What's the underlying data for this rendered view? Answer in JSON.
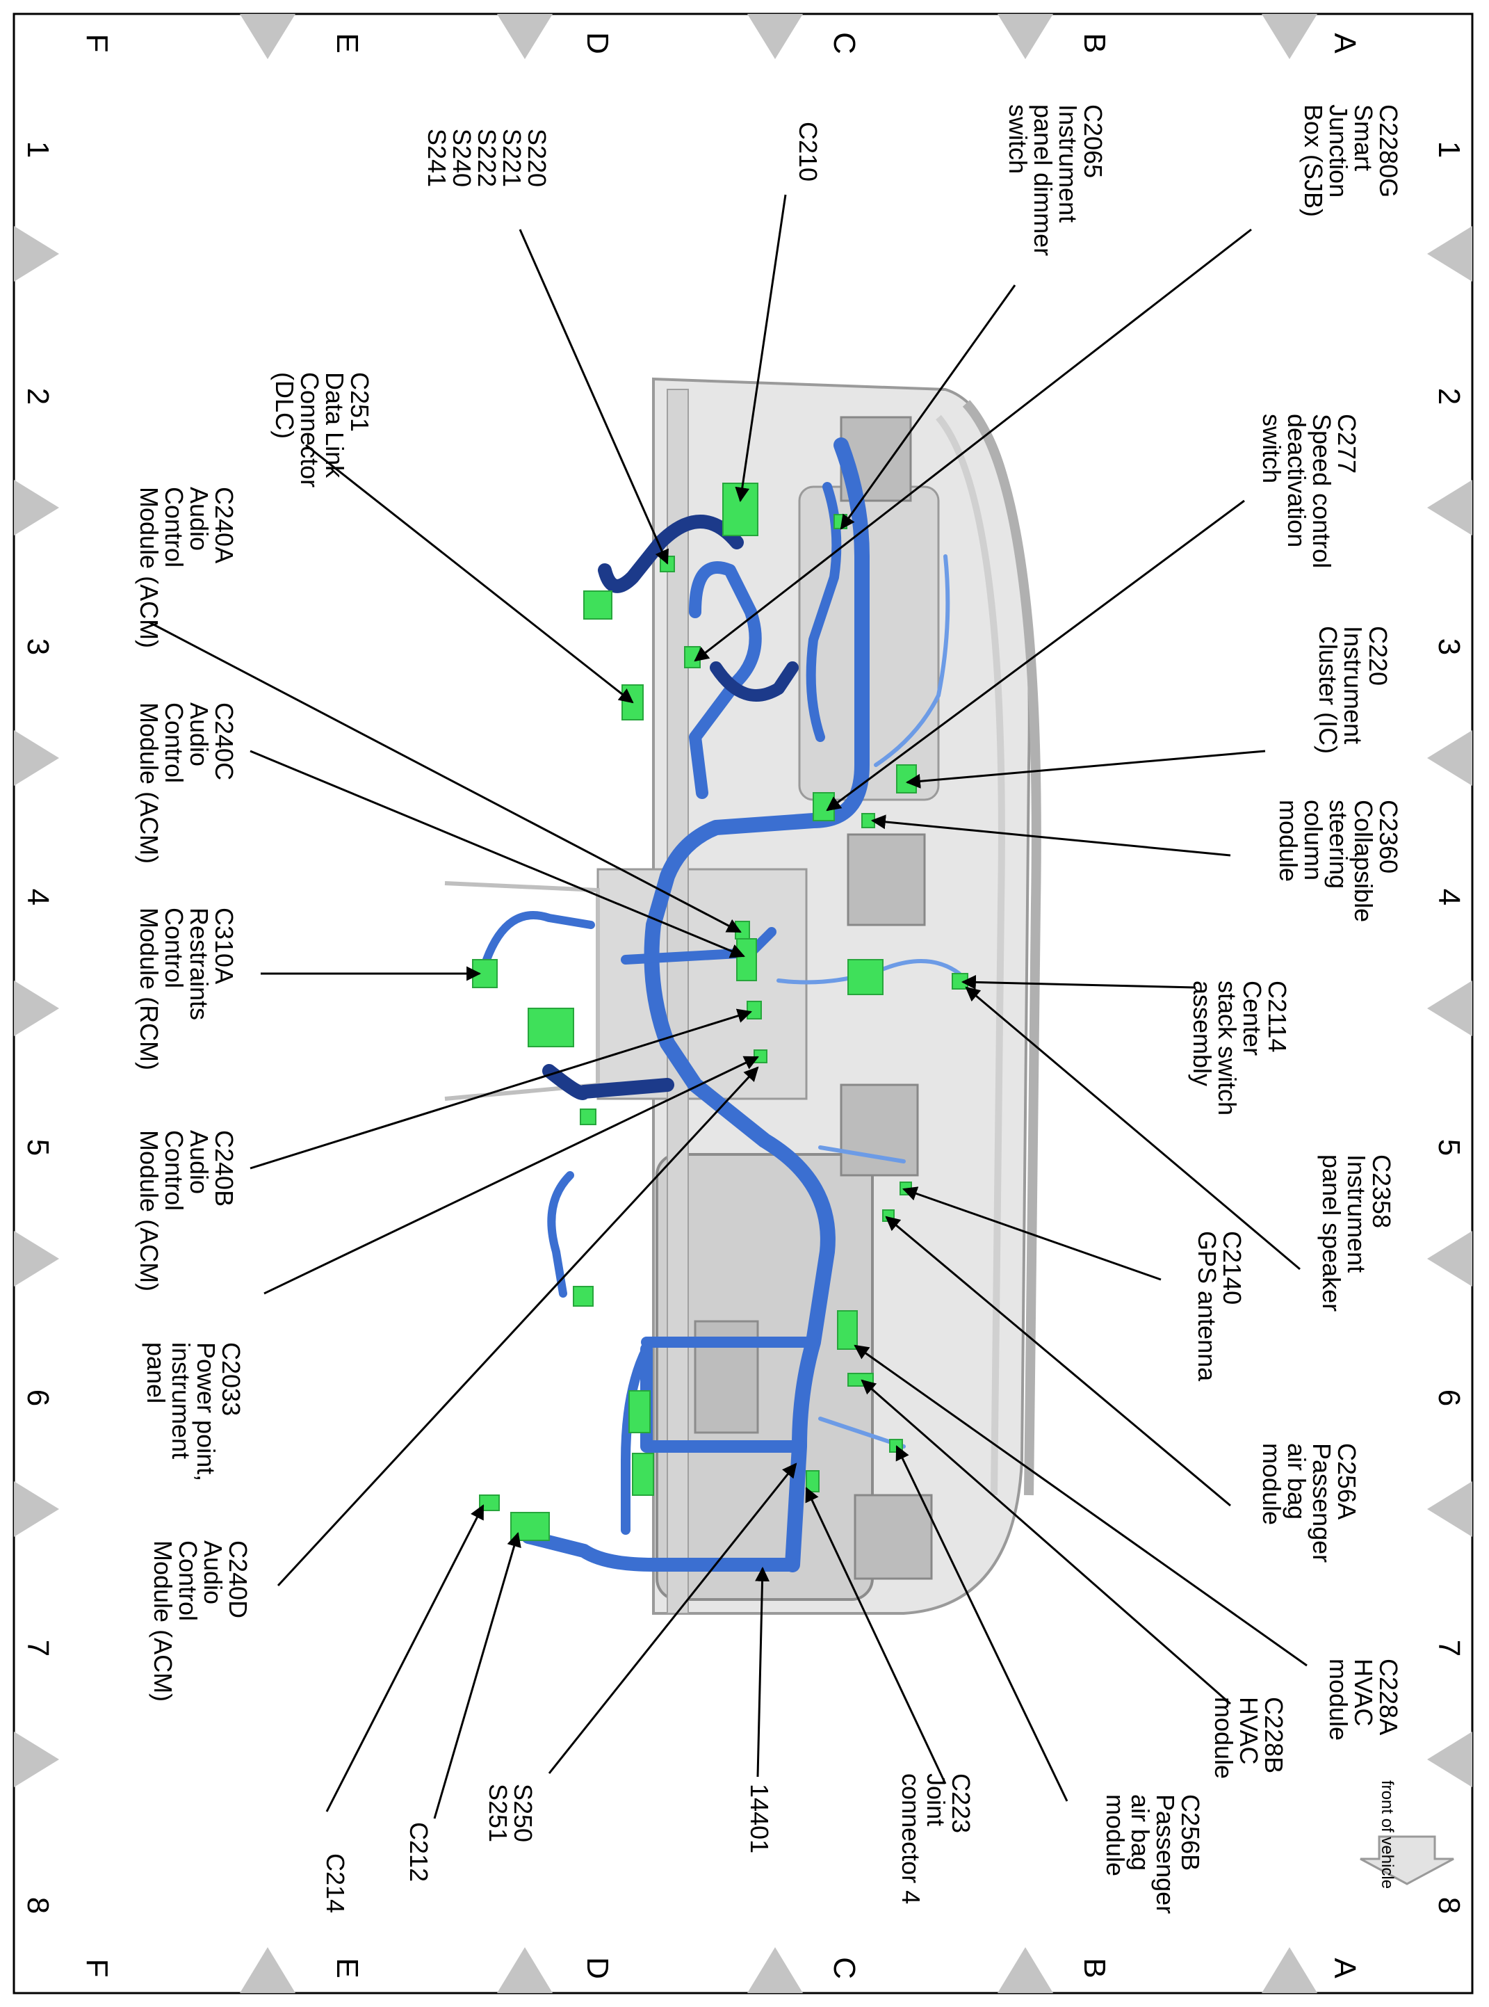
{
  "grid": {
    "columns": [
      "1",
      "2",
      "3",
      "4",
      "5",
      "6",
      "7",
      "8"
    ],
    "rows": [
      "A",
      "B",
      "C",
      "D",
      "E",
      "F"
    ]
  },
  "front_of_vehicle": "front of vehicle",
  "callouts": [
    {
      "id": "c2280g",
      "lines": [
        "C2280G",
        "Smart",
        "Junction",
        "Box (SJB)"
      ]
    },
    {
      "id": "c2065",
      "lines": [
        "C2065",
        "Instrument",
        "panel dimmer",
        "switch"
      ]
    },
    {
      "id": "c210",
      "lines": [
        "C210"
      ]
    },
    {
      "id": "splices1",
      "lines": [
        "S220",
        "S221",
        "S222",
        "S240",
        "S241"
      ]
    },
    {
      "id": "c277",
      "lines": [
        "C277",
        "Speed control",
        "deactivation",
        "switch"
      ]
    },
    {
      "id": "c251",
      "lines": [
        "C251",
        "Data Link",
        "Connector",
        "(DLC)"
      ]
    },
    {
      "id": "c240a",
      "lines": [
        "C240A",
        "Audio",
        "Control",
        "Module (ACM)"
      ]
    },
    {
      "id": "c220",
      "lines": [
        "C220",
        "Instrument",
        "Cluster (IC)"
      ]
    },
    {
      "id": "c240c",
      "lines": [
        "C240C",
        "Audio",
        "Control",
        "Module (ACM)"
      ]
    },
    {
      "id": "c2360",
      "lines": [
        "C2360",
        "Collapsible",
        "steering",
        "column",
        "module"
      ]
    },
    {
      "id": "c310a",
      "lines": [
        "C310A",
        "Restraints",
        "Control",
        "Module (RCM)"
      ]
    },
    {
      "id": "c2114",
      "lines": [
        "C2114",
        "Center",
        "stack switch",
        "assembly"
      ]
    },
    {
      "id": "c240b",
      "lines": [
        "C240B",
        "Audio",
        "Control",
        "Module (ACM)"
      ]
    },
    {
      "id": "c2358",
      "lines": [
        "C2358",
        "Instrument",
        "panel speaker"
      ]
    },
    {
      "id": "c2140",
      "lines": [
        "C2140",
        "GPS antenna"
      ]
    },
    {
      "id": "c2033",
      "lines": [
        "C2033",
        "Power point,",
        "instrument",
        "panel"
      ]
    },
    {
      "id": "c256a",
      "lines": [
        "C256A",
        "Passenger",
        "air bag",
        "module"
      ]
    },
    {
      "id": "c240d",
      "lines": [
        "C240D",
        "Audio",
        "Control",
        "Module (ACM)"
      ]
    },
    {
      "id": "c228a",
      "lines": [
        "C228A",
        "HVAC",
        "module"
      ]
    },
    {
      "id": "c228b",
      "lines": [
        "C228B",
        "HVAC",
        "module"
      ]
    },
    {
      "id": "c256b",
      "lines": [
        "C256B",
        "Passenger",
        "air bag",
        "module"
      ]
    },
    {
      "id": "c223",
      "lines": [
        "C223",
        "Joint",
        "connector 4"
      ]
    },
    {
      "id": "n14401",
      "lines": [
        "14401"
      ]
    },
    {
      "id": "splices2",
      "lines": [
        "S250",
        "S251"
      ]
    },
    {
      "id": "c212",
      "lines": [
        "C212"
      ]
    },
    {
      "id": "c214",
      "lines": [
        "C214"
      ]
    }
  ],
  "colors": {
    "harness": "#3b6fd1",
    "harness_dark": "#1c3a8a",
    "connector": "#3fe05a",
    "frame": "#c8c8c8",
    "panel": "#dcdcdc"
  }
}
